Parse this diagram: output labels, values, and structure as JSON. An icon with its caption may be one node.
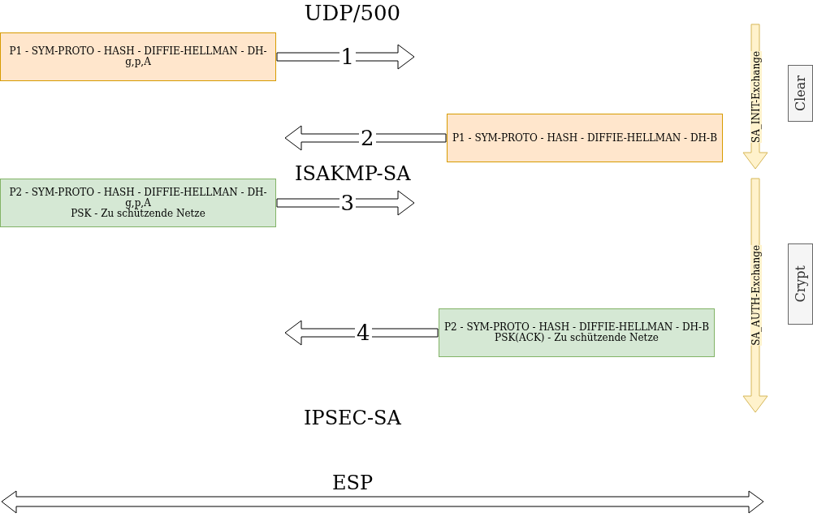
{
  "diagram": {
    "nodes": [
      {
        "text": [
          "P1 - SYM-PROTO - HASH - DIFFIE-HELLMAN - DH-g,p,A"
        ]
      },
      {
        "text": [
          "P1 - SYM-PROTO - HASH - DIFFIE-HELLMAN - DH-B"
        ]
      },
      {
        "text": [
          "P2 - SYM-PROTO - HASH - DIFFIE-HELLMAN - DH-g,p,A",
          "PSK - Zu schützende Netze"
        ]
      },
      {
        "text": [
          "P2 - SYM-PROTO - HASH - DIFFIE-HELLMAN - DH-B",
          "PSK(ACK) - Zu schützende Netze"
        ]
      },
      {
        "text": [
          "Clear"
        ]
      },
      {
        "text": [
          "Crypt"
        ]
      }
    ],
    "edges": [
      {
        "from": 0,
        "to": null,
        "arrow": "to",
        "label": "1"
      },
      {
        "from": 1,
        "to": null,
        "arrow": "to",
        "label": "2"
      },
      {
        "from": 2,
        "to": null,
        "arrow": "to",
        "label": "3"
      },
      {
        "from": 3,
        "to": null,
        "arrow": "to",
        "label": "4"
      }
    ],
    "labels": [
      "UDP/500",
      "SA_INIT-Exchange",
      "ISAKMP-SA",
      "SA_AUTH-Exchange",
      "IPSEC-SA",
      "ESP"
    ]
  }
}
